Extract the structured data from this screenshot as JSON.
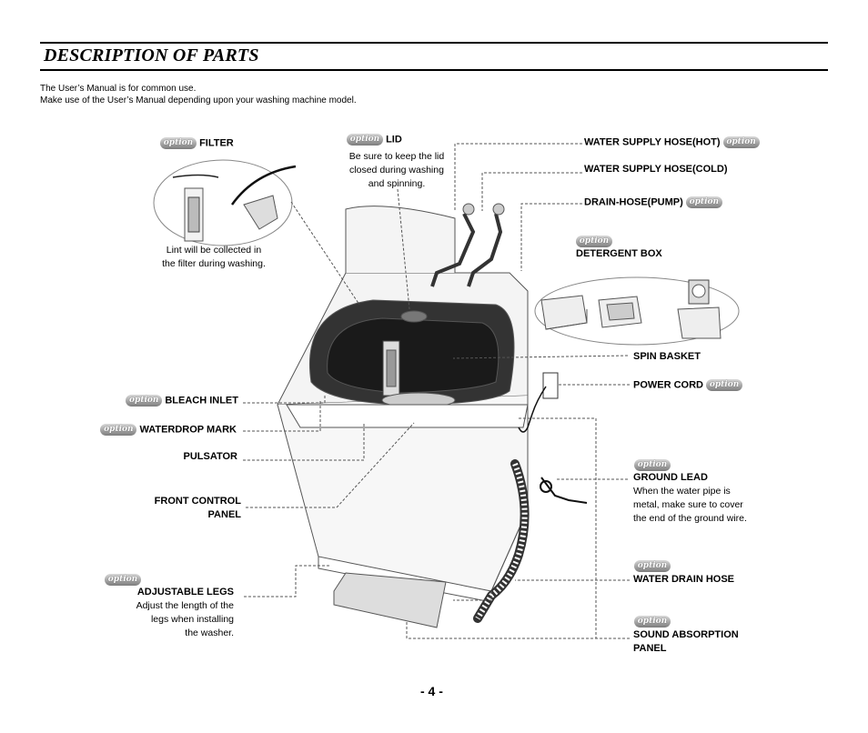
{
  "page": {
    "title": "DESCRIPTION OF PARTS",
    "intro_line1": "The User’s Manual is for common use.",
    "intro_line2": "Make use of the User’s Manual depending upon your washing machine model.",
    "page_number": "- 4 -"
  },
  "badge_text": "option",
  "parts": {
    "filter": {
      "label": "FILTER",
      "note_line1": "Lint will be collected in",
      "note_line2": "the filter during washing."
    },
    "lid": {
      "label": "LID",
      "note_line1": "Be sure to keep the lid",
      "note_line2": "closed during washing",
      "note_line3": "and spinning."
    },
    "bleach_inlet": {
      "label": "BLEACH INLET"
    },
    "waterdrop_mark": {
      "label": "WATERDROP MARK"
    },
    "pulsator": {
      "label": "PULSATOR"
    },
    "front_control_panel": {
      "label_line1": "FRONT CONTROL",
      "label_line2": "PANEL"
    },
    "adjustable_legs": {
      "label": "ADJUSTABLE LEGS",
      "note_line1": "Adjust the length of the",
      "note_line2": "legs when installing",
      "note_line3": "the washer."
    },
    "water_supply_hot": {
      "label": "WATER SUPPLY HOSE(HOT)"
    },
    "water_supply_cold": {
      "label": "WATER SUPPLY HOSE(COLD)"
    },
    "drain_hose_pump": {
      "label": "DRAIN-HOSE(PUMP)"
    },
    "detergent_box": {
      "label": "DETERGENT BOX"
    },
    "spin_basket": {
      "label": "SPIN BASKET"
    },
    "power_cord": {
      "label": "POWER CORD"
    },
    "ground_lead": {
      "label": "GROUND LEAD",
      "note_line1": "When the water pipe is",
      "note_line2": "metal, make sure to cover",
      "note_line3": "the end of the ground wire."
    },
    "water_drain_hose": {
      "label": "WATER DRAIN HOSE"
    },
    "sound_absorption_panel": {
      "label_line1": "SOUND ABSORPTION",
      "label_line2": "PANEL"
    }
  }
}
